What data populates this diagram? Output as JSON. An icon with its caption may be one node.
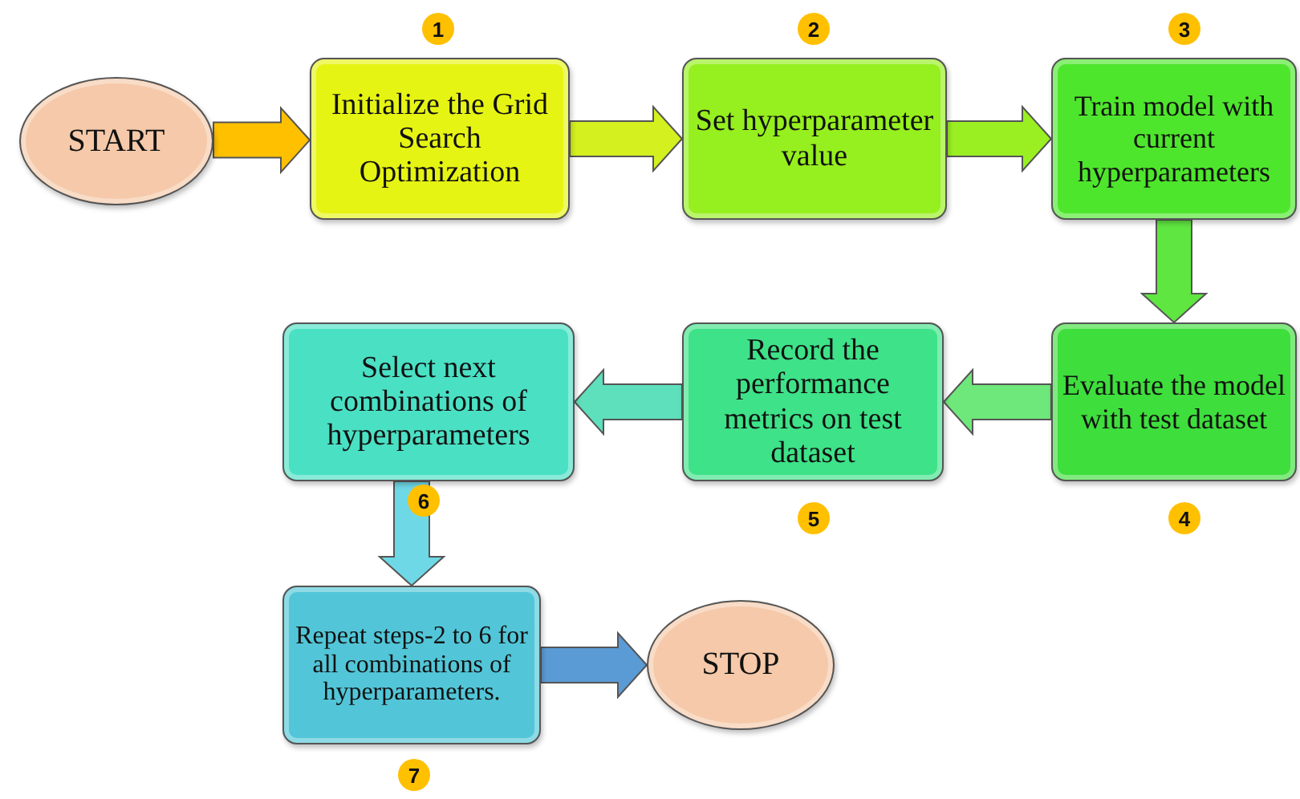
{
  "diagram": {
    "nodes": [
      {
        "text": [
          "START"
        ]
      },
      {
        "text": [
          "Initialize the Grid Search Optimization"
        ],
        "beside": [
          "1"
        ]
      },
      {
        "text": [
          "Set hyperparameter value"
        ],
        "beside": [
          "2"
        ]
      },
      {
        "text": [
          "Train model with current hyperparameters"
        ],
        "beside": [
          "3"
        ]
      },
      {
        "text": [
          "Evaluate the model with test dataset"
        ],
        "beside": [
          "4"
        ]
      },
      {
        "text": [
          "Record the performance metrics on test dataset"
        ],
        "beside": [
          "5"
        ]
      },
      {
        "text": [
          "Select next combinations of hyperparameters"
        ],
        "beside": [
          "6"
        ]
      },
      {
        "text": [
          "Repeat steps-2 to 6 for all combinations of hyperparameters."
        ],
        "beside": [
          "7"
        ]
      },
      {
        "text": [
          "STOP"
        ]
      }
    ],
    "edges": [
      {
        "from": 0,
        "to": 1,
        "arrow": "to",
        "color": "#ffc000"
      },
      {
        "from": 1,
        "to": 2,
        "arrow": "to",
        "color": "#d4f01e"
      },
      {
        "from": 2,
        "to": 3,
        "arrow": "to",
        "color": "#9aef22"
      },
      {
        "from": 3,
        "to": 4,
        "arrow": "to",
        "color": "#5fe640"
      },
      {
        "from": 4,
        "to": 5,
        "arrow": "to",
        "color": "#6ee87a"
      },
      {
        "from": 5,
        "to": 6,
        "arrow": "to",
        "color": "#5ee0bc"
      },
      {
        "from": 6,
        "to": 7,
        "arrow": "to",
        "color": "#6fd8e6"
      },
      {
        "from": 7,
        "to": 8,
        "arrow": "to",
        "color": "#5b9bd5"
      }
    ]
  }
}
